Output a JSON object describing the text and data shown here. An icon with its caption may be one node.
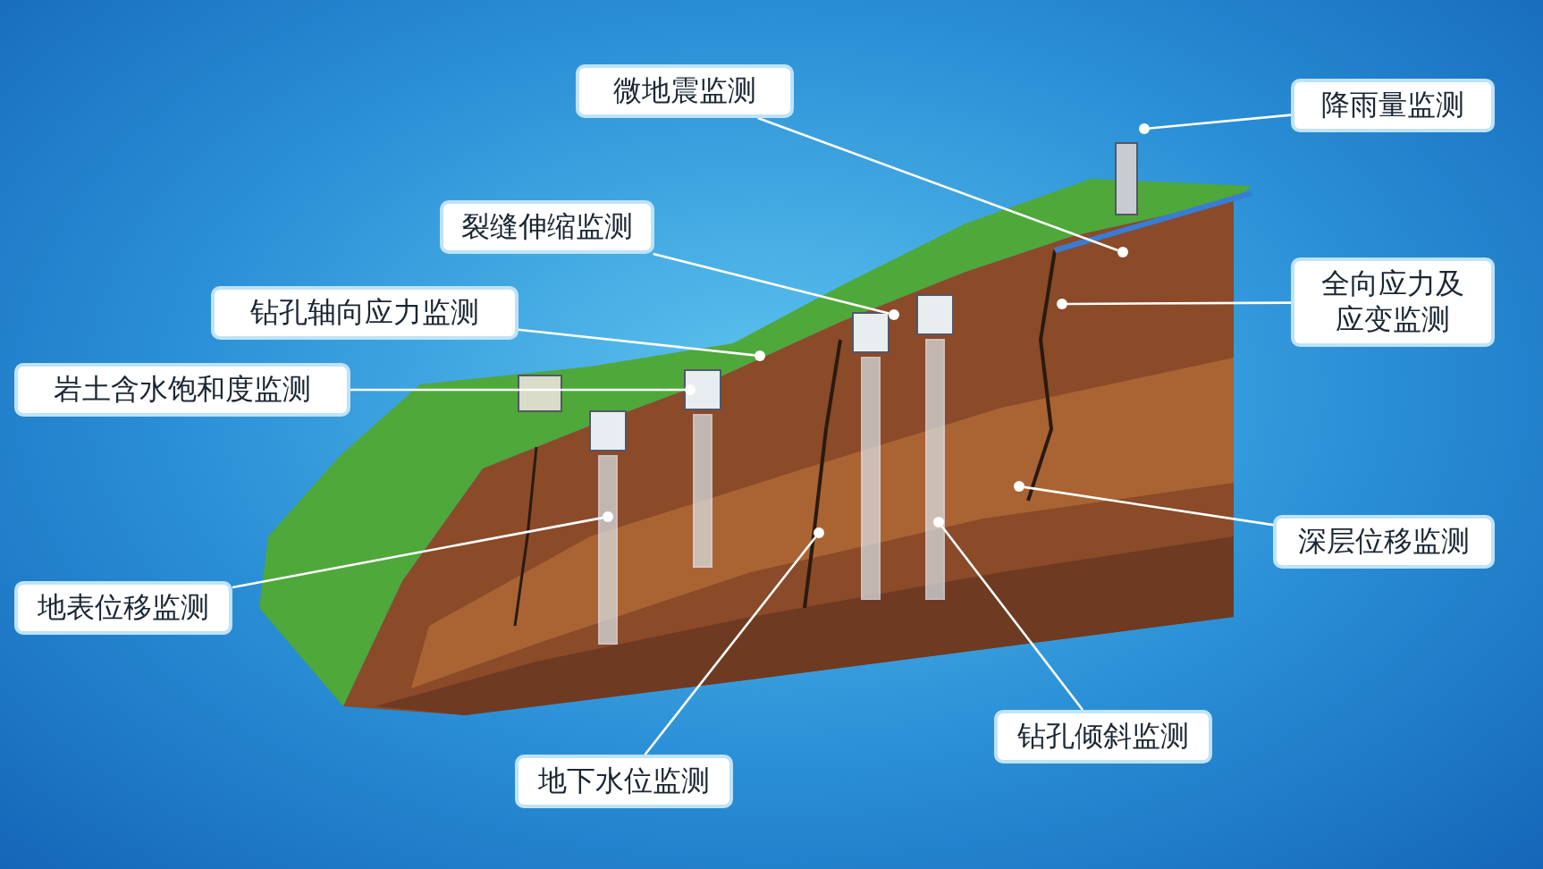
{
  "diagram": {
    "nodes": [
      {
        "text": [
          "微地震监测"
        ]
      },
      {
        "text": [
          "降雨量监测"
        ]
      },
      {
        "text": [
          "裂缝伸缩监测"
        ]
      },
      {
        "text": [
          "钻孔轴向应力监测"
        ]
      },
      {
        "text": [
          "岩土含水饱和度监测"
        ]
      },
      {
        "text": [
          "全向应力及应变监测"
        ]
      },
      {
        "text": [
          "深层位移监测"
        ]
      },
      {
        "text": [
          "地表位移监测"
        ]
      },
      {
        "text": [
          "地下水位监测"
        ]
      },
      {
        "text": [
          "钻孔倾斜监测"
        ]
      },
      {
        "text": [],
        "shape": "circle"
      },
      {
        "text": [],
        "shape": "circle"
      },
      {
        "text": [],
        "shape": "circle"
      },
      {
        "text": [],
        "shape": "circle"
      },
      {
        "text": [],
        "shape": "circle"
      },
      {
        "text": [],
        "shape": "circle"
      },
      {
        "text": [],
        "shape": "circle"
      },
      {
        "text": [],
        "shape": "circle"
      },
      {
        "text": [],
        "shape": "circle"
      },
      {
        "text": [],
        "shape": "circle"
      }
    ],
    "edges": [
      {
        "from": 0,
        "to": 10,
        "arrow": "none"
      },
      {
        "from": 1,
        "to": 11,
        "arrow": "none"
      },
      {
        "from": 2,
        "to": 12,
        "arrow": "none"
      },
      {
        "from": 3,
        "to": 13,
        "arrow": "none"
      },
      {
        "from": 4,
        "to": 14,
        "arrow": "none"
      },
      {
        "from": 5,
        "to": 15,
        "arrow": "none"
      },
      {
        "from": 6,
        "to": 16,
        "arrow": "none"
      },
      {
        "from": 7,
        "to": 17,
        "arrow": "none"
      },
      {
        "from": 8,
        "to": 18,
        "arrow": "none"
      },
      {
        "from": 9,
        "to": 19,
        "arrow": "none"
      }
    ]
  }
}
